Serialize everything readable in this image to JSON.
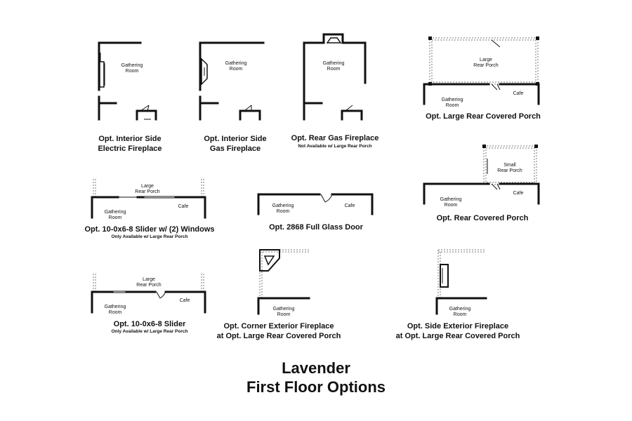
{
  "rooms": {
    "gathering_room": "Gathering\nRoom",
    "large_rear_porch": "Large\nRear Porch",
    "small_rear_porch": "Small\nRear Porch",
    "cafe": "Cafe"
  },
  "options": [
    {
      "id": "interior-side-electric-fireplace",
      "caption": "Opt. Interior Side\nElectric Fireplace",
      "note": ""
    },
    {
      "id": "interior-side-gas-fireplace",
      "caption": "Opt. Interior Side\nGas Fireplace",
      "note": ""
    },
    {
      "id": "rear-gas-fireplace",
      "caption": "Opt. Rear Gas Fireplace",
      "note": "Not Available w/ Large Rear Porch"
    },
    {
      "id": "large-rear-covered-porch",
      "caption": "Opt. Large Rear Covered Porch",
      "note": ""
    },
    {
      "id": "slider-two-windows",
      "caption": "Opt. 10-0x6-8 Slider w/ (2) Windows",
      "note": "Only Available w/ Large Rear Porch"
    },
    {
      "id": "full-glass-door",
      "caption": "Opt. 2868 Full Glass Door",
      "note": ""
    },
    {
      "id": "rear-covered-porch",
      "caption": "Opt. Rear Covered Porch",
      "note": ""
    },
    {
      "id": "slider",
      "caption": "Opt. 10-0x6-8 Slider",
      "note": "Only Available w/ Large Rear Porch"
    },
    {
      "id": "corner-exterior-fireplace",
      "caption": "Opt. Corner Exterior Fireplace\nat Opt. Large Rear Covered Porch",
      "note": ""
    },
    {
      "id": "side-exterior-fireplace",
      "caption": "Opt. Side Exterior Fireplace\nat Opt. Large Rear Covered Porch",
      "note": ""
    }
  ],
  "page_title": {
    "line1": "Lavender",
    "line2": "First Floor Options"
  }
}
